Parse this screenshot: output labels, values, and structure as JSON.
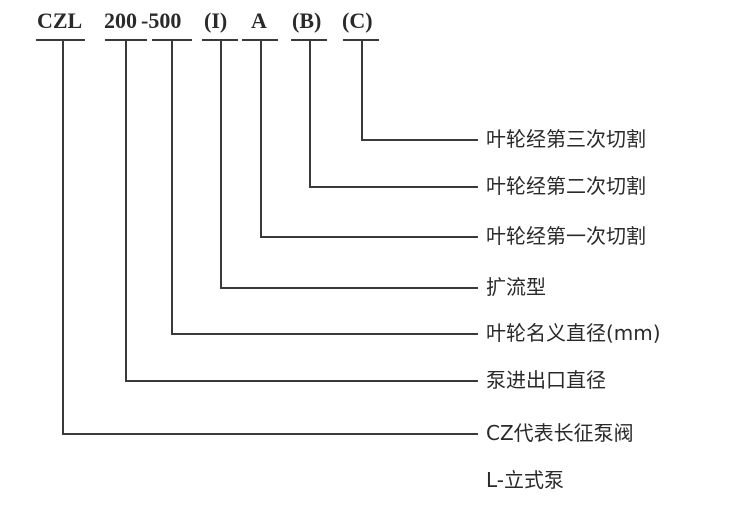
{
  "model_code": {
    "segments": [
      {
        "id": "czl",
        "text": "CZL"
      },
      {
        "id": "size_a",
        "text": "200"
      },
      {
        "id": "size_b",
        "text": "-500"
      },
      {
        "id": "type_i",
        "text": "(I)"
      },
      {
        "id": "cut_a",
        "text": "A"
      },
      {
        "id": "cut_b",
        "text": "(B)"
      },
      {
        "id": "cut_c",
        "text": "(C)"
      }
    ]
  },
  "legend": [
    {
      "id": "cut_c",
      "text": "叶轮经第三次切割"
    },
    {
      "id": "cut_b",
      "text": "叶轮经第二次切割"
    },
    {
      "id": "cut_a",
      "text": "叶轮经第一次切割"
    },
    {
      "id": "type_i",
      "text": "扩流型"
    },
    {
      "id": "size_b",
      "text": "叶轮名义直径(mm)"
    },
    {
      "id": "size_a",
      "text": "泵进出口直径"
    },
    {
      "id": "czl",
      "text": "CZ代表长征泵阀"
    },
    {
      "id": "l",
      "text": "L-立式泵"
    }
  ],
  "colors": {
    "line": "#3a3a3a",
    "text": "#2a2a2a",
    "background": "#ffffff"
  }
}
